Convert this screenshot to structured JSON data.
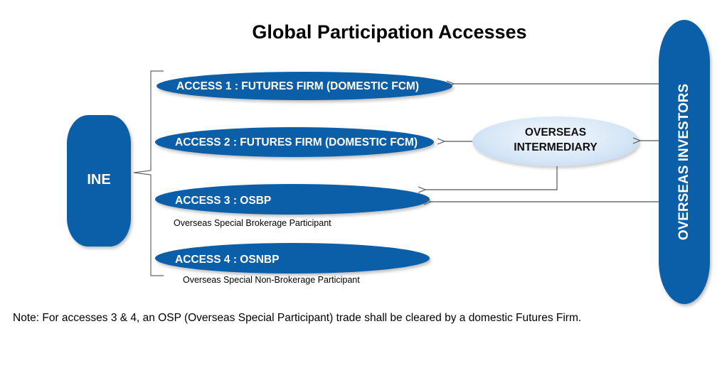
{
  "title": "Global Participation Accesses",
  "ine": {
    "label": "INE"
  },
  "accesses": [
    {
      "label": "ACCESS 1 : FUTURES FIRM (DOMESTIC FCM)",
      "subtitle": ""
    },
    {
      "label": "ACCESS 2 : FUTURES FIRM (DOMESTIC FCM)",
      "subtitle": ""
    },
    {
      "label": "ACCESS 3 : OSBP",
      "subtitle": "Overseas Special Brokerage Participant"
    },
    {
      "label": "ACCESS 4 : OSNBP",
      "subtitle": "Overseas Special Non-Brokerage Participant"
    }
  ],
  "intermediary": {
    "line1": "OVERSEAS",
    "line2": "INTERMEDIARY"
  },
  "investors": {
    "label": "OVERSEAS INVESTORS"
  },
  "note": "Note: For accesses 3 & 4, an OSP (Overseas Special Participant) trade shall be cleared by a domestic Futures Firm.",
  "colors": {
    "primary": "#0b5ea8",
    "intermediary_fill": "#d5e6f6",
    "connector": "#555555"
  }
}
